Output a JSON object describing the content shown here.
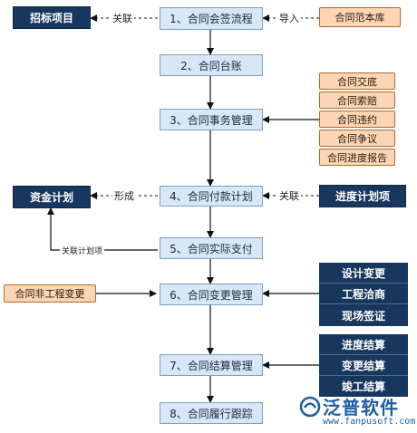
{
  "steps": [
    "1、合同会签流程",
    "2、合同台账",
    "3、合同事务管理",
    "4、合同付款计划",
    "5、合同实际支付",
    "6、合同变更管理",
    "7、合同结算管理",
    "8、合同履行跟踪"
  ],
  "left_nodes": {
    "bidding_project": "招标项目",
    "funding_plan": "资金计划",
    "non_engineering_change": "合同非工程变更"
  },
  "right_nodes": {
    "contract_template_library": "合同范本库",
    "progress_plan_item": "进度计划项"
  },
  "affairs_docs": [
    "合同交底",
    "合同索赔",
    "合同违约",
    "合同争议",
    "合同进度报告"
  ],
  "change_stack": [
    "设计变更",
    "工程洽商",
    "现场签证"
  ],
  "settlement_stack": [
    "进度结算",
    "变更结算",
    "竣工结算"
  ],
  "edge_labels": {
    "link_bidding": "关联",
    "import_template": "导入",
    "form_funding": "形成",
    "link_progress": "关联",
    "link_plan_item": "关联计划项"
  },
  "logo": {
    "name": "泛普软件",
    "url": "www.fanpusoft.com",
    "color": "#1b5e9f"
  }
}
